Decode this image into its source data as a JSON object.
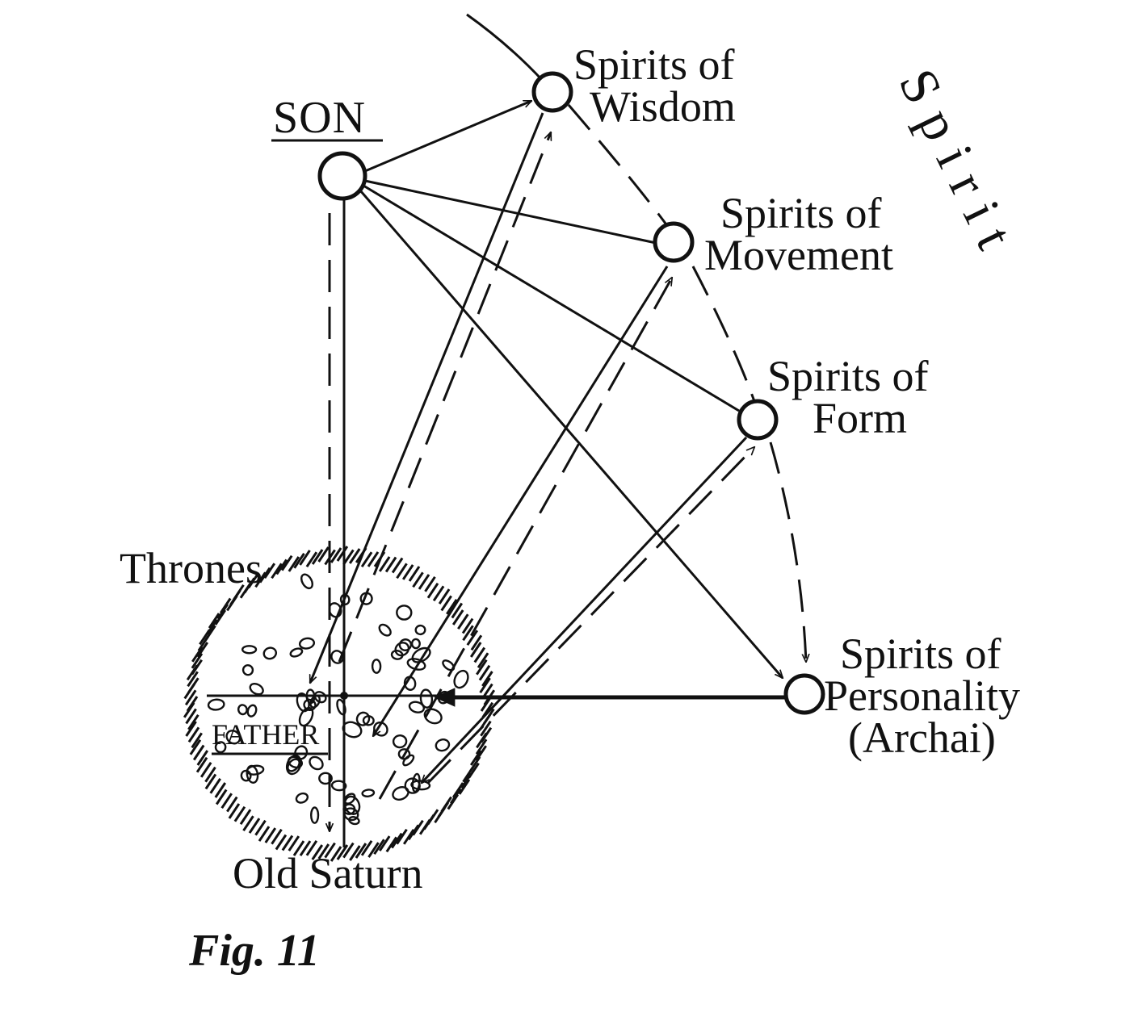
{
  "labels": {
    "son": "SON",
    "father": "FATHER",
    "thrones": "Thrones",
    "old_saturn": "Old Saturn",
    "spirit": "Spirit",
    "wisdom_line1": "Spirits of",
    "wisdom_line2": "Wisdom",
    "movement_line1": "Spirits of",
    "movement_line2": "Movement",
    "form_line1": "Spirits of",
    "form_line2": "Form",
    "personality_line1": "Spirits of",
    "personality_line2": "Personality",
    "personality_line3": "(Archai)",
    "figure": "Fig. 11"
  },
  "colors": {
    "ink": "#111111",
    "paper": "#ffffff"
  }
}
